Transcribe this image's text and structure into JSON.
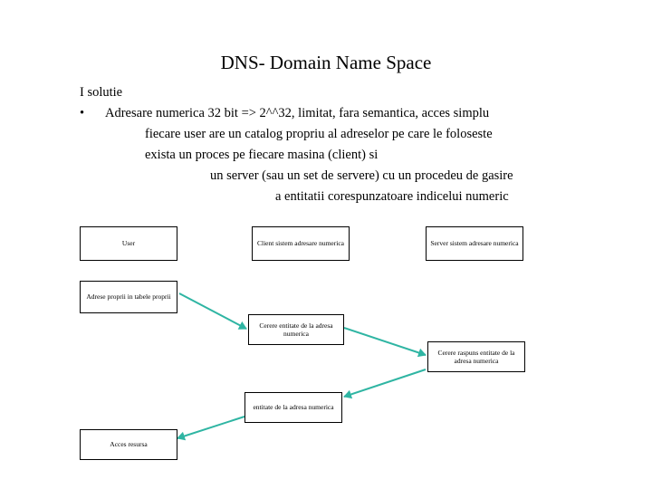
{
  "slide": {
    "title": "DNS- Domain Name Space",
    "intro": "I solutie",
    "bullet_marker": "•",
    "bullet": "Adresare numerica 32 bit  => 2^^32, limitat, fara semantica, acces simplu",
    "sub_lines": [
      "fiecare user are un catalog propriu al adreselor pe care le foloseste",
      "exista un proces pe fiecare masina (client) si",
      "un server (sau un set de servere) cu un procedeu de gasire",
      "a entitatii corespunzatoare indicelui numeric"
    ]
  },
  "diagram": {
    "boxes": {
      "user": "User",
      "client": "Client sistem adresare numerica",
      "server": "Server sistem adresare numerica",
      "own_addresses": "Adrese proprii in tabele proprii",
      "entity_request": "Cerere entitate de la adresa numerica",
      "request_response": "Cerere raspuns entitate de la adresa numerica",
      "entity": "entitate de la adresa numerica",
      "resource_access": "Acces resursa"
    },
    "arrow_color": "#2fb5a3"
  }
}
